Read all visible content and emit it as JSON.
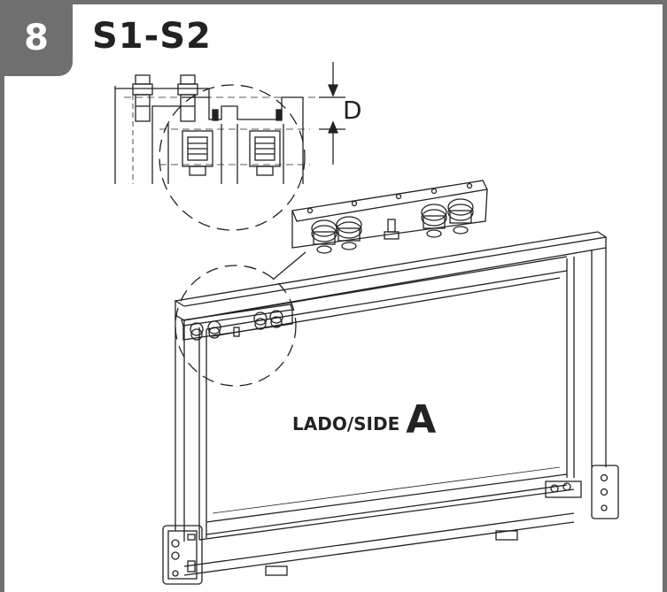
{
  "step": {
    "number": "8",
    "title": "S1-S2"
  },
  "detail": {
    "dimension_label": "D"
  },
  "frame": {
    "side_label_prefix": "LADO/SIDE ",
    "side_label_letter": "A"
  },
  "colors": {
    "header_gray": "#6f6f6f",
    "line": "#222222"
  }
}
